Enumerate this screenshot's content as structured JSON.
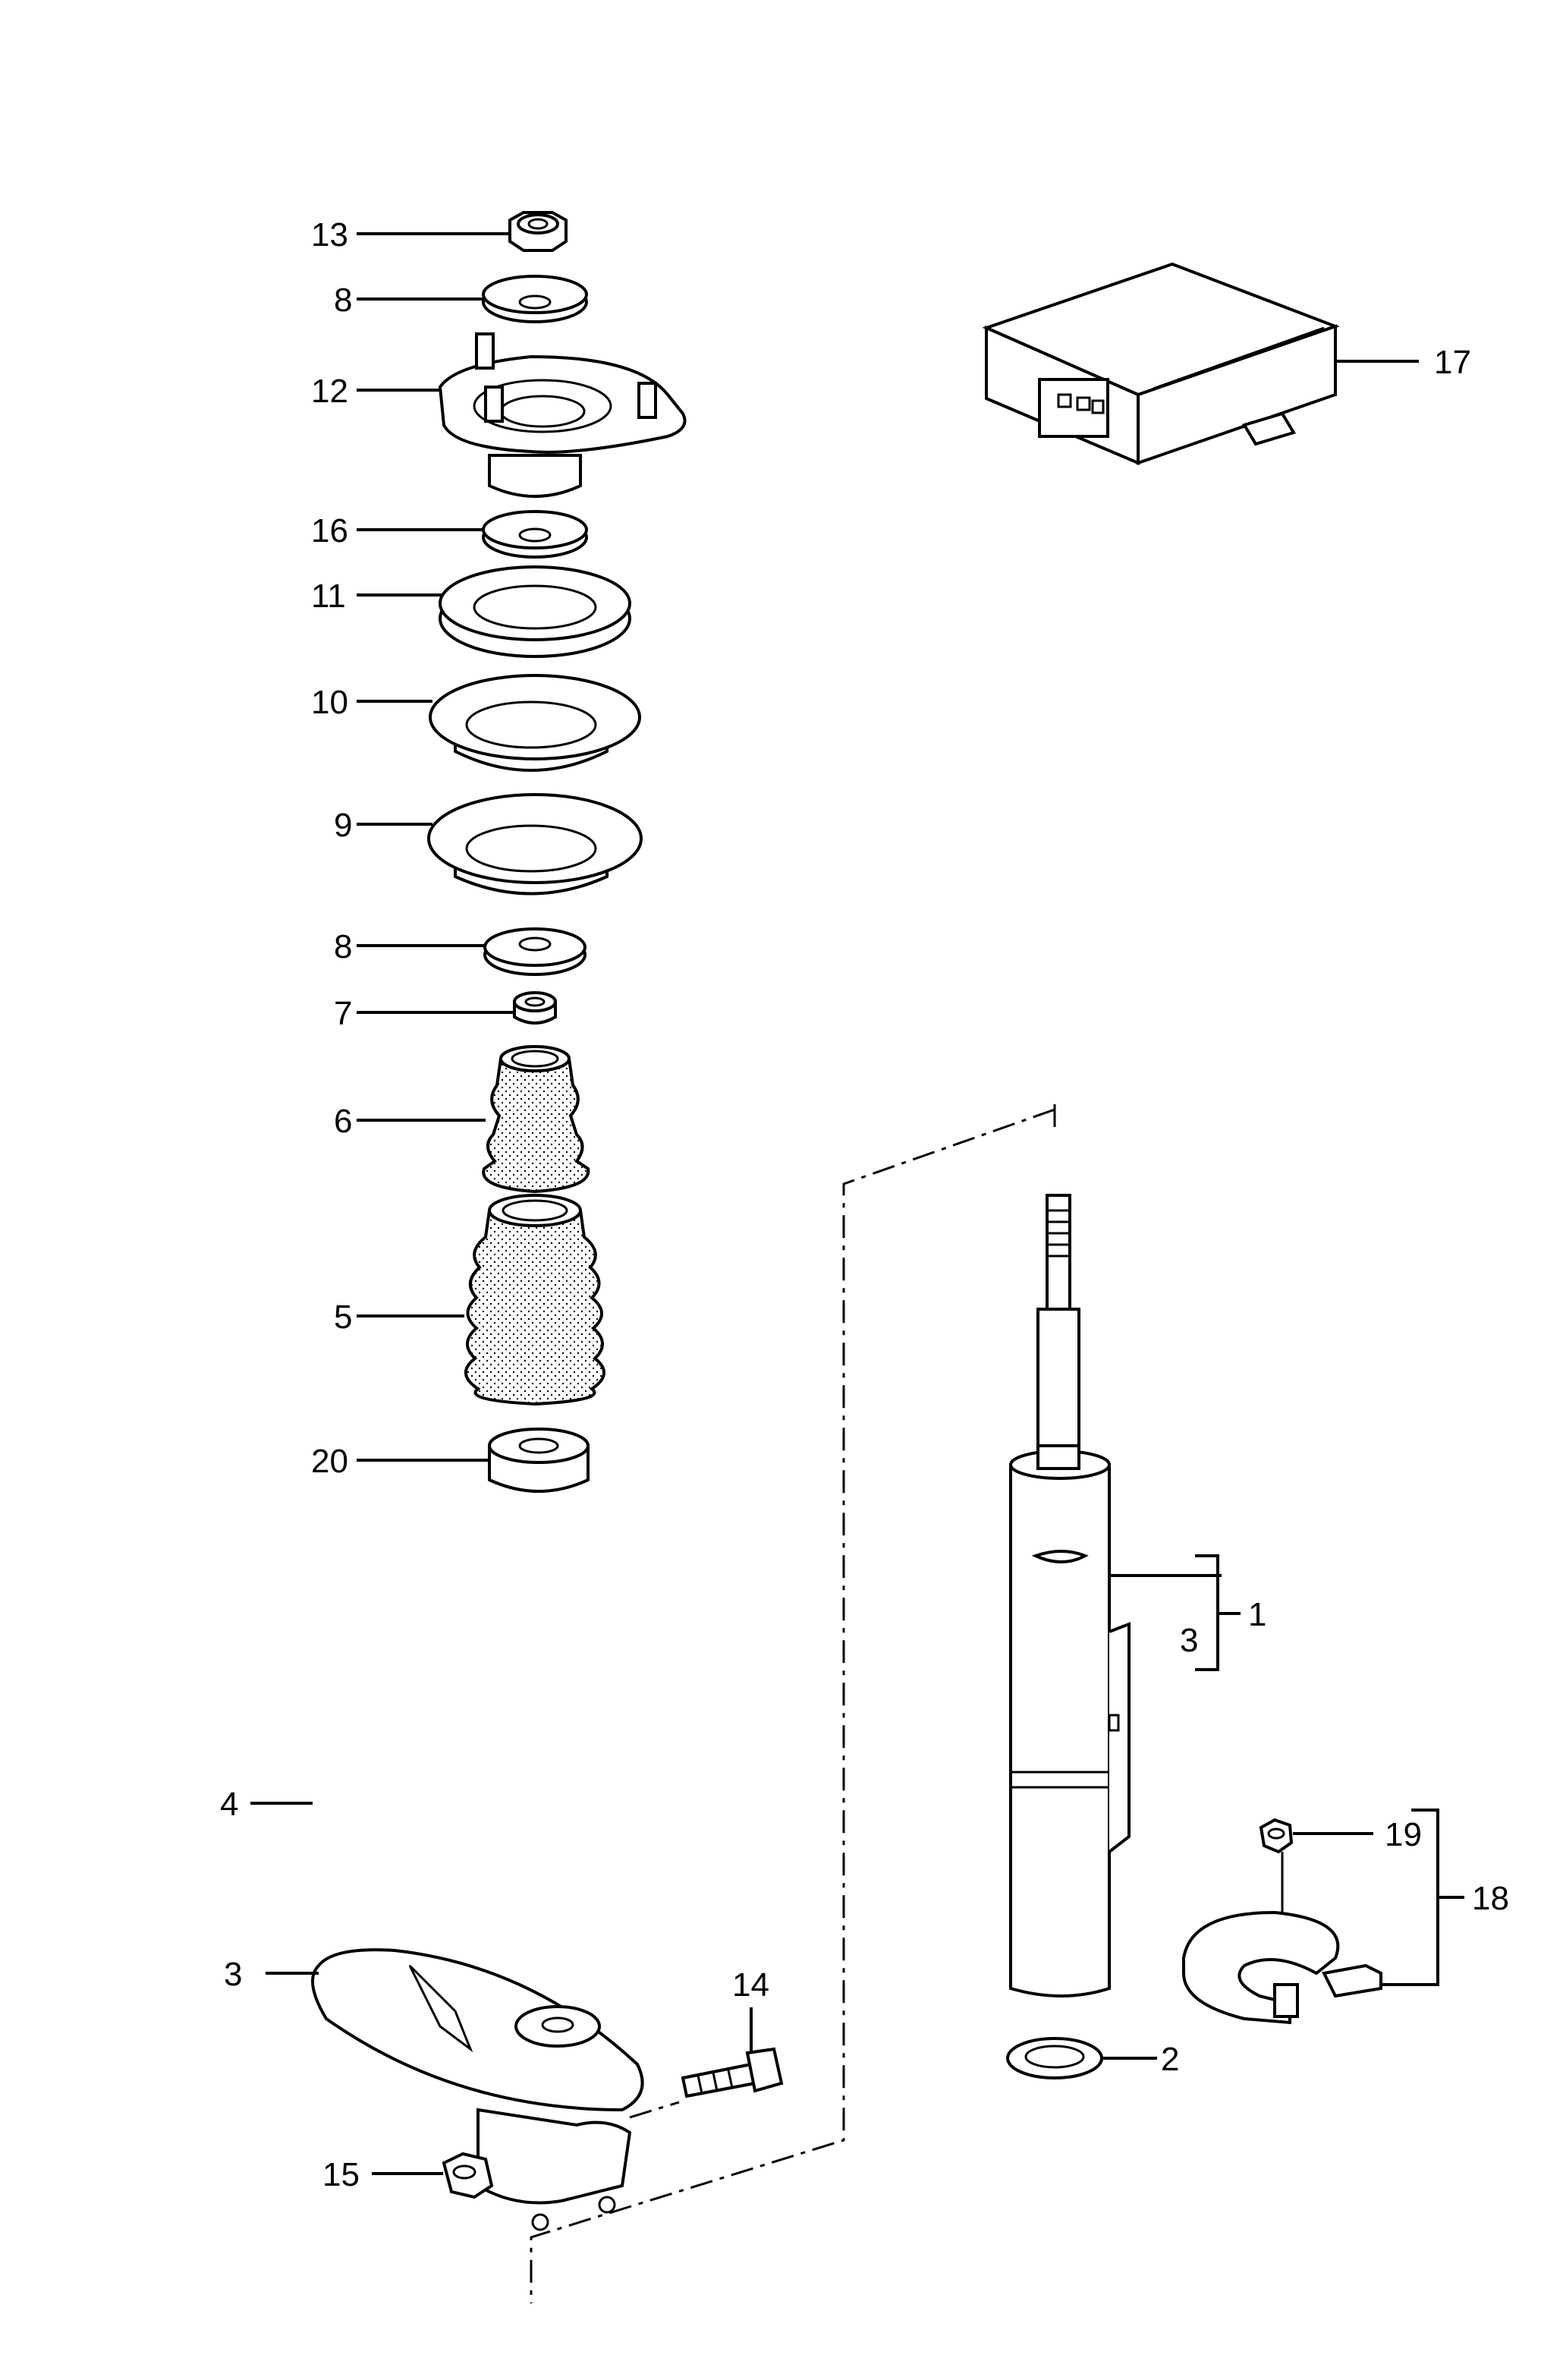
{
  "callouts": {
    "c13": "13",
    "c8a": "8",
    "c12": "12",
    "c16": "16",
    "c11": "11",
    "c10": "10",
    "c9": "9",
    "c8b": "8",
    "c7": "7",
    "c6": "6",
    "c5": "5",
    "c20": "20",
    "c4": "4",
    "c3a": "3",
    "c15": "15",
    "c14": "14",
    "c17": "17",
    "c1": "1",
    "c3b": "3",
    "c2": "2",
    "c19": "19",
    "c18": "18"
  }
}
